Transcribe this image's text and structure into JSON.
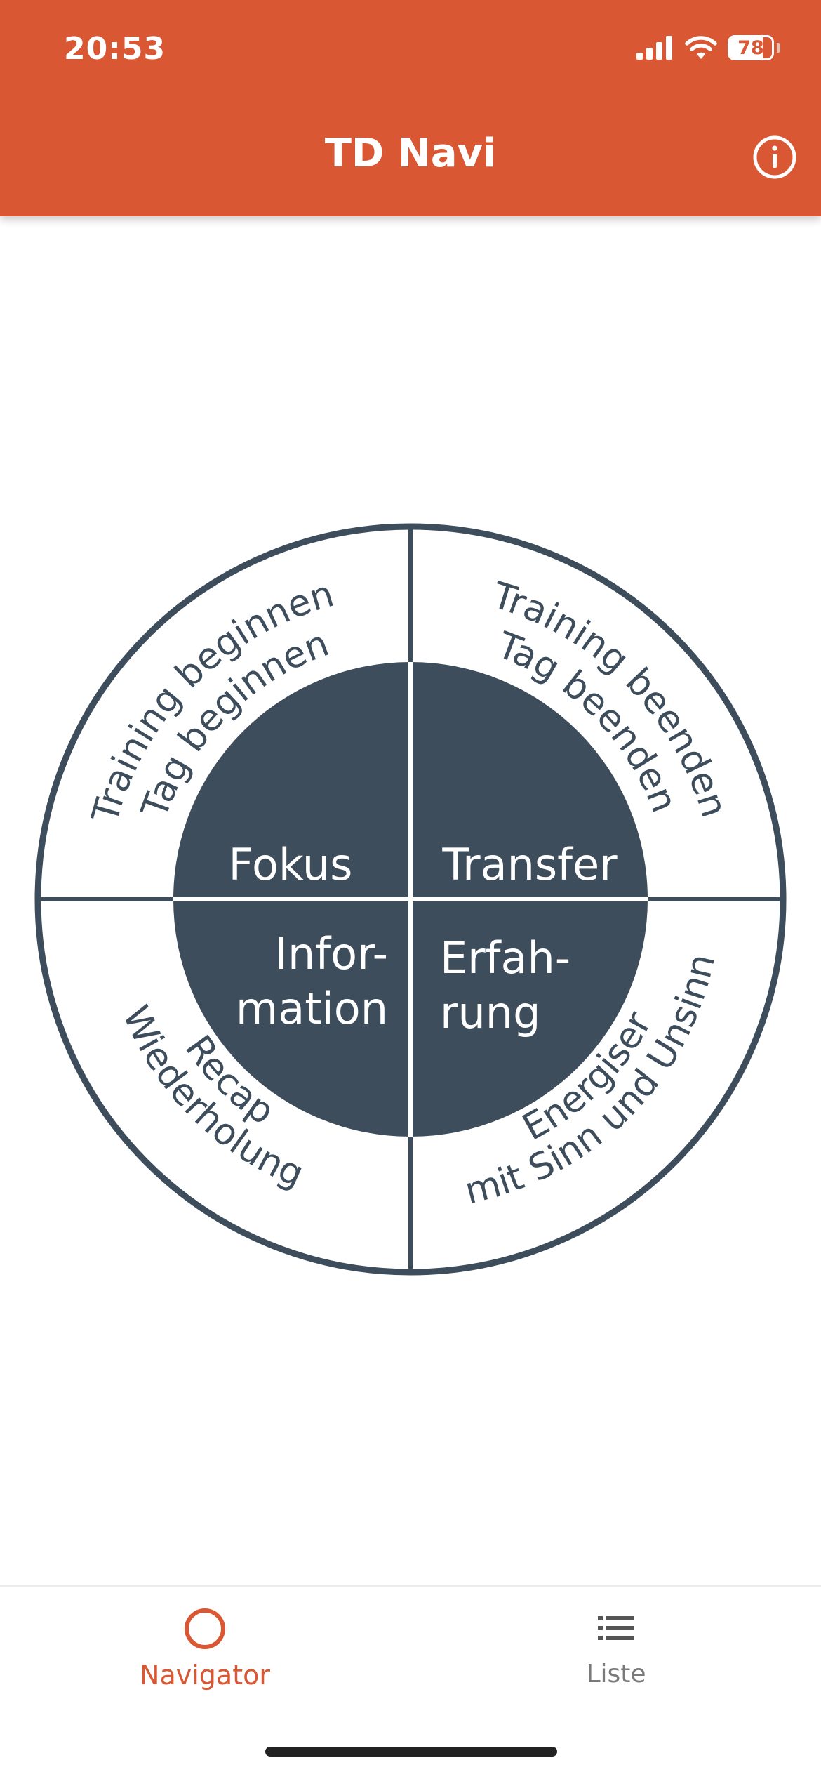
{
  "status_bar": {
    "time": "20:53",
    "battery_level": "78"
  },
  "header": {
    "title": "TD Navi",
    "info_icon": "info-circle-icon"
  },
  "wheel": {
    "colors": {
      "dark": "#3d4d5c",
      "ring": "#ffffff",
      "text_dark": "#3d4d5c",
      "text_light": "#ffffff"
    },
    "inner": {
      "fokus": "Fokus",
      "transfer": "Transfer",
      "information_line1": "Infor-",
      "information_line2": "mation",
      "erfahrung_line1": "Erfah-",
      "erfahrung_line2": "rung"
    },
    "outer": {
      "tl_line1": "Training beginnen",
      "tl_line2": "Tag beginnen",
      "tr_line1": "Training beenden",
      "tr_line2": "Tag beenden",
      "bl_line1": "Recap",
      "bl_line2": "Wiederholung",
      "br_line1": "Energiser",
      "br_line2": "mit Sinn und Unsinn"
    }
  },
  "tabbar": {
    "navigator_label": "Navigator",
    "navigator_icon": "circle-icon",
    "liste_label": "Liste",
    "liste_icon": "list-icon",
    "active_color": "#d95733",
    "inactive_color": "#7a7a7a"
  },
  "theme": {
    "header_bg": "#d95733"
  }
}
